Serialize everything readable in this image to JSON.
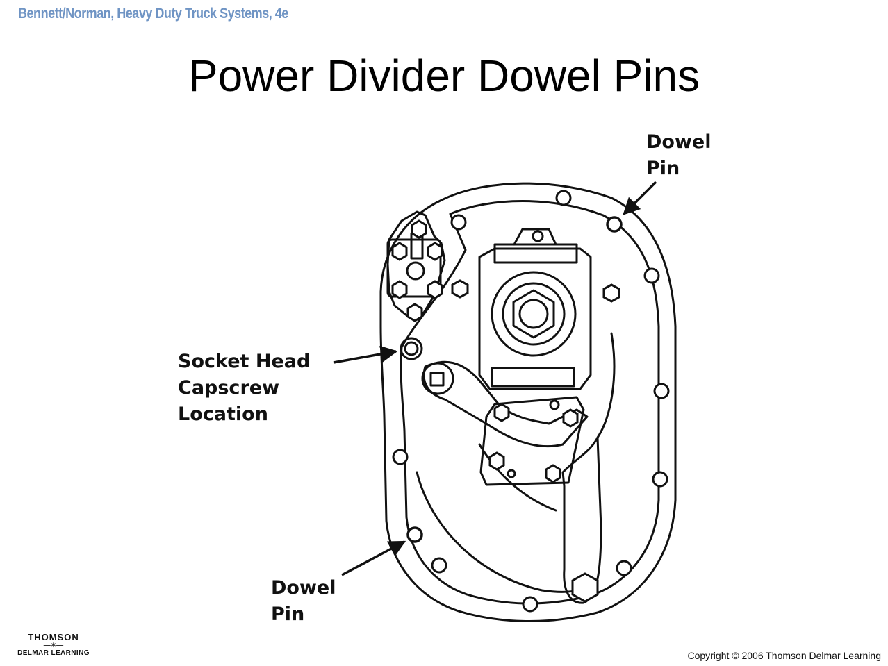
{
  "header": {
    "text": "Bennett/Norman, Heavy Duty Truck Systems, 4e"
  },
  "slide": {
    "title": "Power Divider Dowel Pins"
  },
  "diagram": {
    "labels": {
      "dowel_pin_top": {
        "line1": "Dowel",
        "line2": "Pin"
      },
      "socket_head": {
        "line1": "Socket Head",
        "line2": "Capscrew",
        "line3": "Location"
      },
      "dowel_pin_bottom": {
        "line1": "Dowel",
        "line2": "Pin"
      }
    },
    "icons": [
      "bolt-hole-icon",
      "hex-bolt-icon",
      "arrow-icon"
    ]
  },
  "footer": {
    "logo_line1": "THOMSON",
    "logo_line2": "DELMAR LEARNING",
    "copyright": "Copyright © 2006 Thomson Delmar Learning"
  },
  "colors": {
    "header_text": "#6f94c4",
    "line": "#111111",
    "background": "#ffffff"
  }
}
